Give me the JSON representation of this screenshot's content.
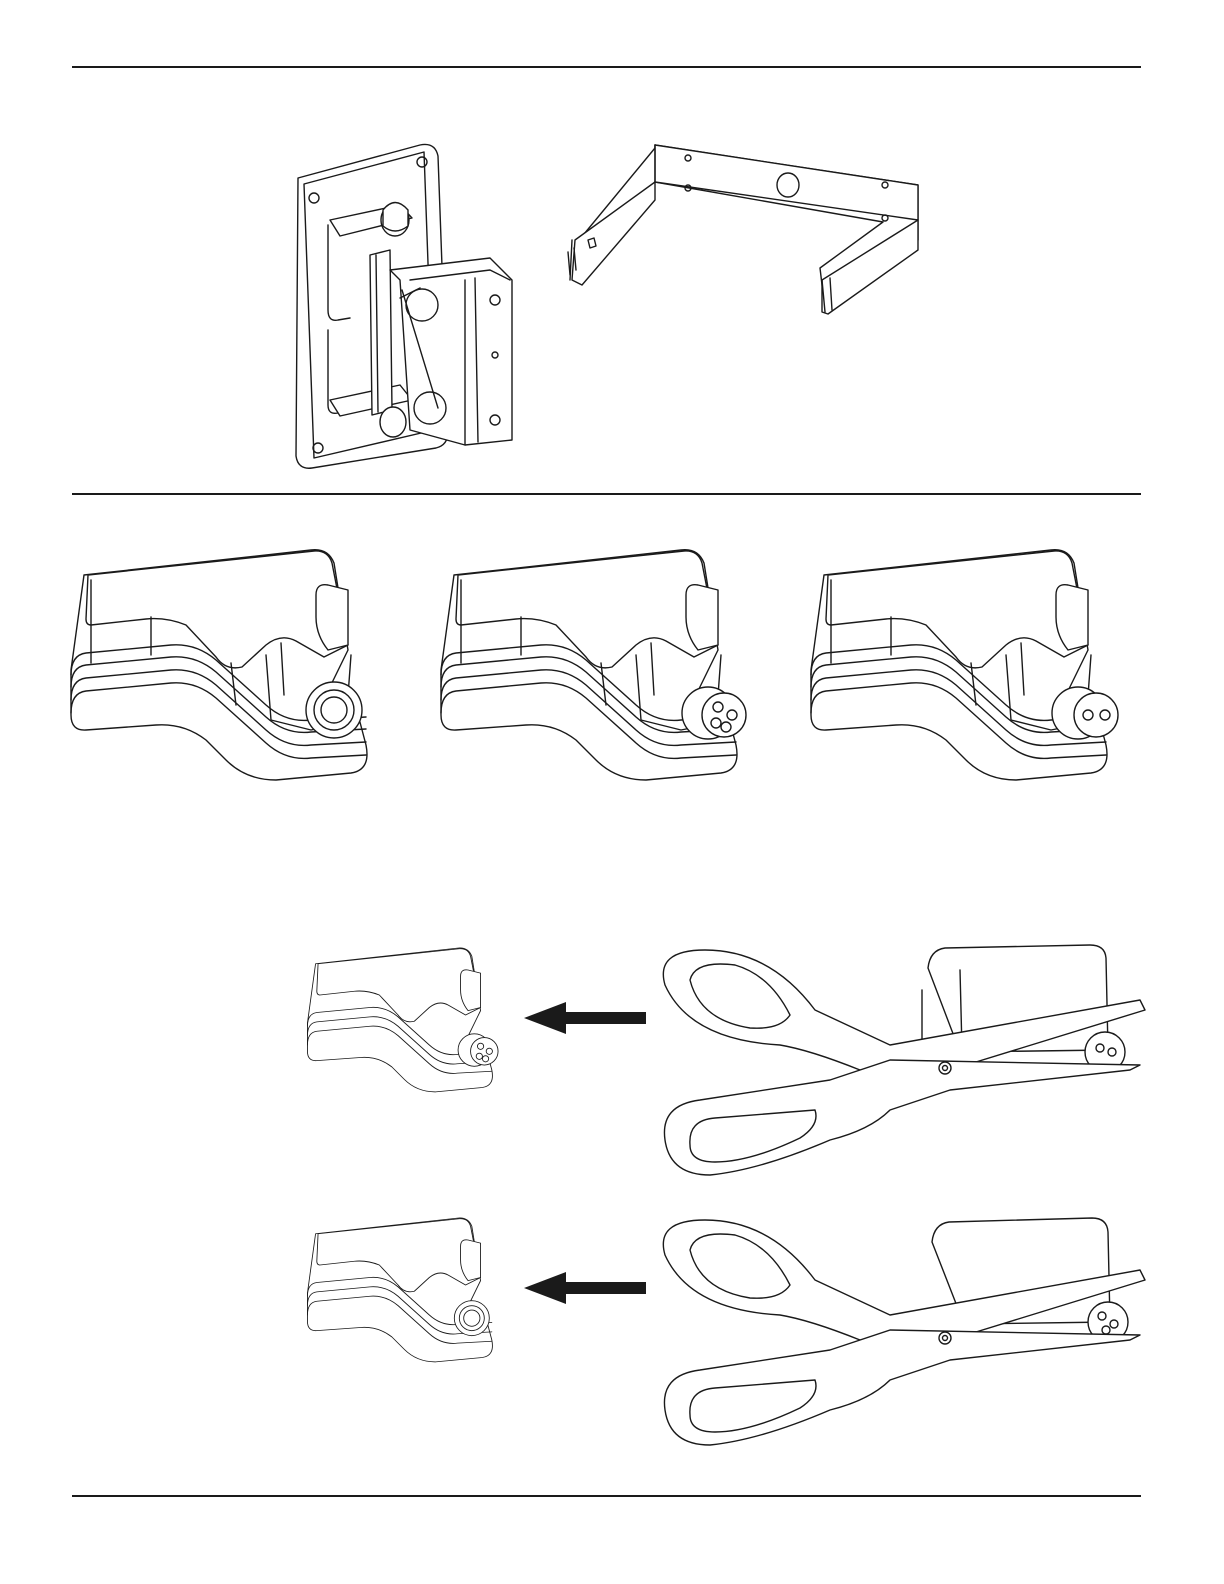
{
  "page": {
    "background": "#ffffff",
    "ink": "#1a1a1a"
  },
  "sections": [
    {
      "id": "mounting-hardware",
      "items": [
        "wall-mount-bracket",
        "u-yoke-bracket"
      ]
    },
    {
      "id": "connector-covers",
      "items": [
        "cover-open-gland",
        "cover-4-pin",
        "cover-2-pin"
      ]
    },
    {
      "id": "cover-cutting",
      "items": [
        "cut-cover-4-pin",
        "cut-cover-open"
      ]
    }
  ],
  "icons": {
    "arrow": "arrow-left-icon",
    "scissors": "scissors-icon"
  }
}
